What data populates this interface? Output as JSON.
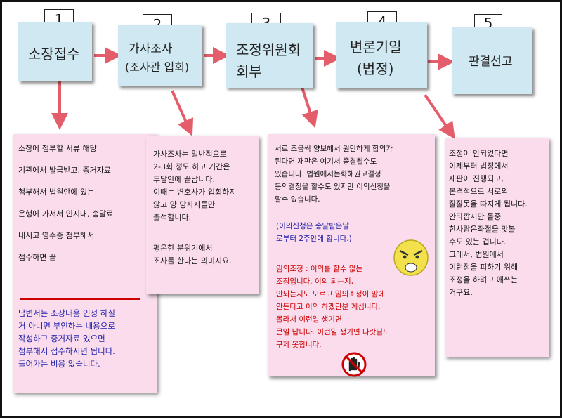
{
  "steps": [
    {
      "number": "1",
      "label": "소장접수"
    },
    {
      "number": "2",
      "label_line1": "가사조사",
      "label_line2": "(조사관 입회)"
    },
    {
      "number": "3",
      "label_line1": "조정위원회",
      "label_line2": "회부"
    },
    {
      "number": "4",
      "label_line1": "변론기일",
      "label_line2": "(법정)"
    },
    {
      "number": "5",
      "label": "판결선고"
    }
  ],
  "notes": {
    "note1": {
      "lines": [
        "소장에 첨부할 서류 해당",
        "기관에서 발급받고, 증거자료",
        "첨부해서 법원안에 있는",
        "은행에 가서서 인지대, 송달료",
        "내시고 영수증 첨부해서",
        "접수하면 끝"
      ],
      "blue_text": "답변서는 소장내용 인정 하실\n거 아니면 부인하는 내용으로\n작성하고 증거자료 있으면\n첨부해서 접수하시면 됩니다.\n들어가는 비용 없습니다."
    },
    "note2": {
      "text1": "가사조사는 일반적으로\n2-3회 정도 하고 기간은\n두달안에 끝납니다.\n이때는 변호사가 입회하지\n않고 양 당사자들만\n출석합니다.",
      "text2": "평온한 분위기에서\n조사를 한다는 의미지요."
    },
    "note3": {
      "text1": "서로 조금씩 양보해서 원만하게 합의가\n된다면 재판은 여기서 종결될수도\n있습니다. 법원에서는화해권고결정\n등의결정을 할수도 있지만 이의신청을\n할수 있습니다.",
      "blue_text": "(이의신청은 송달받은날\n로부터 2주안에 합니다.)",
      "red_text": "임의조정 : 이의를 할수 없는\n조정입니다. 이의 되는지,\n안되는지도 모르고 임의조정이 맘에\n안든다고 이의 하겠단분 계십니다.\n몰라서 이런일 생기면\n큰일 납니다. 이런일 생기면 나랏님도\n구제 못합니다."
    },
    "note4": {
      "text": "조정이 안되었다면\n이제부터 법정에서\n재판이 진행되고,\n본격적으로 서로의\n잘잘못을 따지게 됩니다.\n안타깝지만 돌중\n한사람은좌절을 맛볼\n수도 있는 겁니다.\n그래서, 법원에서\n이런점을 피하기 위해\n조정을 하려고 애쓰는\n거구요."
    }
  },
  "icons": [
    "angry-face-icon",
    "stop-hand-icon"
  ],
  "colors": {
    "step_box": "#cfe8f2",
    "note_box": "#fadcec",
    "arrow": "#e35d6a",
    "blue_text": "#2222aa",
    "red_text": "#cc0000"
  }
}
